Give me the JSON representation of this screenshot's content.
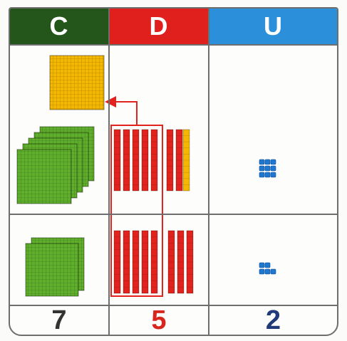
{
  "headers": [
    {
      "label": "C",
      "color": "#24561b"
    },
    {
      "label": "D",
      "color": "#e0201d"
    },
    {
      "label": "U",
      "color": "#2b8fd9"
    }
  ],
  "totals": [
    {
      "value": "7",
      "color": "#333333"
    },
    {
      "value": "5",
      "color": "#d8261f"
    },
    {
      "value": "2",
      "color": "#213a78"
    }
  ],
  "upper_row": {
    "yellow_hundred_flats": 1,
    "green_hundred_flats": 5,
    "red_ten_rods": 7,
    "yellow_ten_rods": 1,
    "blue_unit_cubes": 9
  },
  "lower_row": {
    "green_hundred_flats": 2,
    "red_ten_rods": 8,
    "blue_unit_cubes": 5
  },
  "colors": {
    "flat_green": "#5fae2c",
    "flat_yellow": "#f5b800",
    "rod_red": "#e2231d",
    "cube_blue": "#1f77d0",
    "arrow": "#e2231d"
  }
}
